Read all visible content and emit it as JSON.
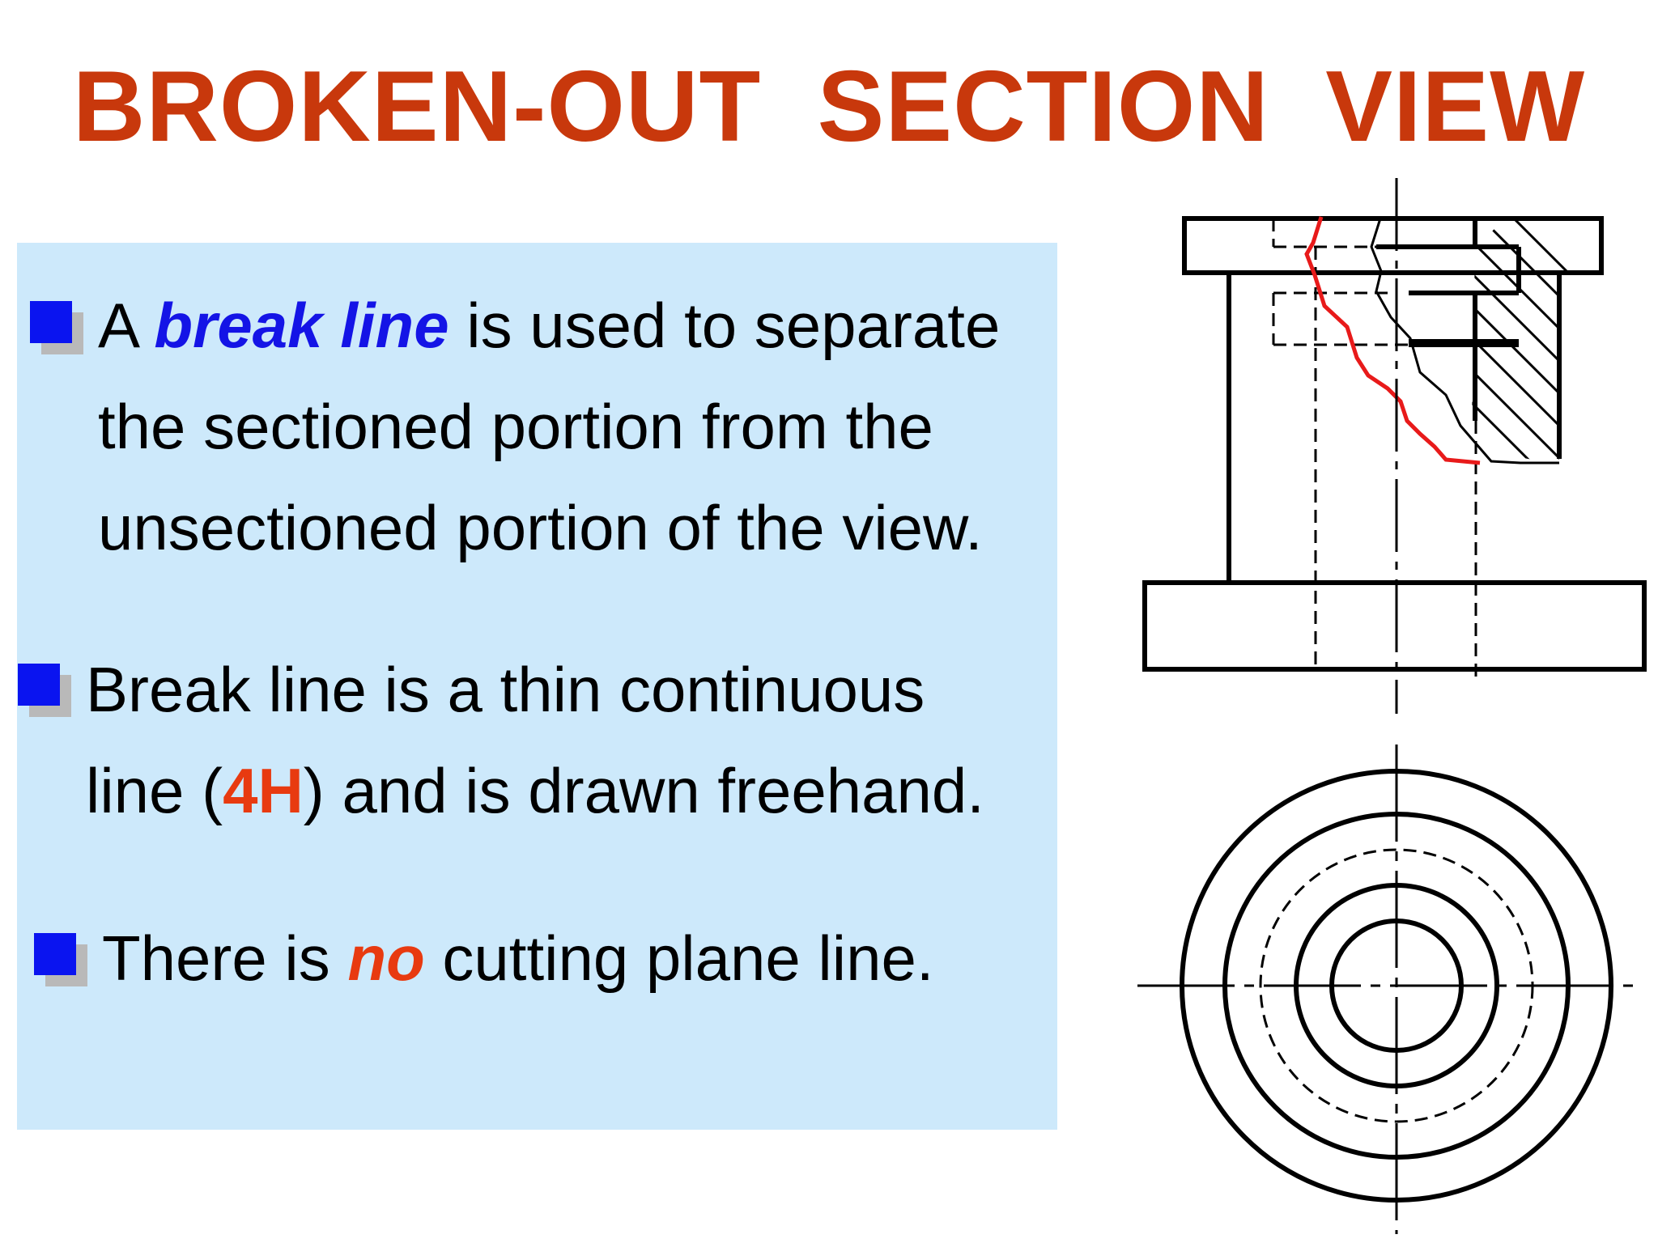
{
  "title": "BROKEN-OUT  SECTION  VIEW",
  "colors": {
    "title": "#c8380c",
    "panel_bg": "#cde9fb",
    "bullet_marker": "#0a14f0",
    "bullet_shadow": "#b9b9b9",
    "emphasis_blue": "#1414e6",
    "emphasis_red": "#e83a10",
    "break_line": "#e81a1a",
    "drawing_line": "#000000"
  },
  "bullets": [
    {
      "icon": "blue-square-bullet",
      "line1_pre": "A ",
      "line1_em": "break line",
      "line1_post": " is used to separate",
      "line2": "the sectioned portion from the",
      "line3": "unsectioned portion of the view."
    },
    {
      "icon": "blue-square-bullet",
      "line1": "Break line is a thin continuous",
      "line2_pre": "line (",
      "line2_em": "4H",
      "line2_post": ") and is drawn freehand."
    },
    {
      "icon": "blue-square-bullet",
      "line1_pre": "There is ",
      "line1_em": "no",
      "line1_post": " cutting plane line."
    }
  ]
}
